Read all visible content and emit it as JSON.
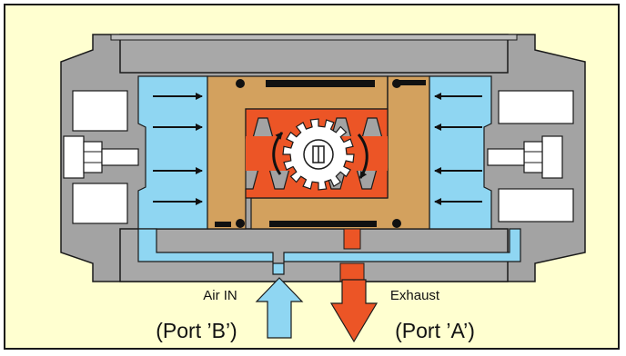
{
  "labels": {
    "air_in": "Air IN",
    "port_b": "(Port ’B’)",
    "exhaust": "Exhaust",
    "port_a": "(Port ’A’)"
  },
  "colors": {
    "background": "#ffffd0",
    "housing": "#a3a3a3",
    "air_chamber": "#8fd6f2",
    "piston": "#d3a15e",
    "rack_gear": "#ec5526",
    "pinion": "#ffffff",
    "air_in_arrow": "#8fd6f2",
    "exhaust_arrow": "#ec5526",
    "seal": "#111111"
  },
  "icons": {
    "air_in_arrow": "arrow-up-icon",
    "exhaust_arrow": "arrow-down-icon",
    "pinion": "gear-icon",
    "rotation": "rotation-arrow-icon",
    "pressure": "pressure-arrow-icon",
    "stop_bolt": "hex-bolt-icon"
  }
}
